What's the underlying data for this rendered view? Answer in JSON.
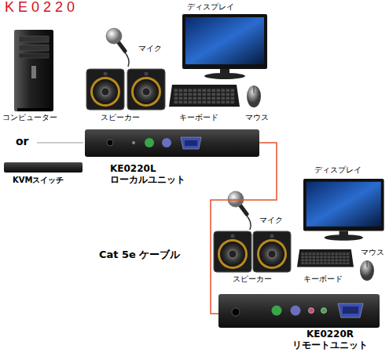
{
  "diagram": {
    "title": "KE0220",
    "nodes": [
      {
        "text": [
          "KE0220L ローカルユニット"
        ]
      },
      {
        "text": [
          "KE0220R リモートユニット"
        ]
      }
    ],
    "edges": [
      {
        "from": 0,
        "to": 1,
        "arrow": "none",
        "label": "Cat 5e ケーブル"
      }
    ],
    "labels": [
      "ディスプレイ",
      "マイク",
      "コンピューター",
      "スピーカー",
      "キーボード",
      "マウス",
      "or",
      "KVMスイッチ",
      "ディスプレイ",
      "マイク",
      "マウス",
      "スピーカー",
      "キーボード"
    ]
  }
}
